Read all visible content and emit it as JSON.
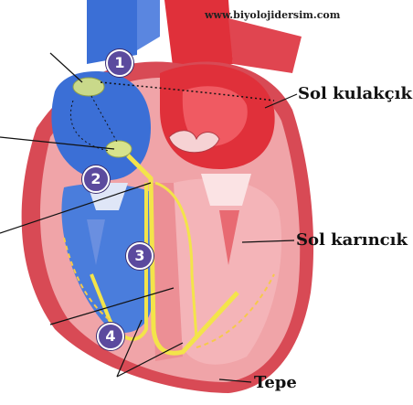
{
  "watermark": "www.biyolojidersim.com",
  "labels": {
    "left_atrium": "Sol kulakçık",
    "left_ventricle": "Sol karıncık",
    "apex": "Tepe"
  },
  "markers": [
    "1",
    "2",
    "3",
    "4"
  ],
  "colors": {
    "artery_red": "#e0303a",
    "vein_blue": "#3b6fd6",
    "muscle_pink": "#f0a4a8",
    "muscle_outer": "#d84a55",
    "conduction_yellow": "#f3e44a",
    "marker_purple": "#5b4a9e",
    "node_green": "#c9d98a"
  }
}
